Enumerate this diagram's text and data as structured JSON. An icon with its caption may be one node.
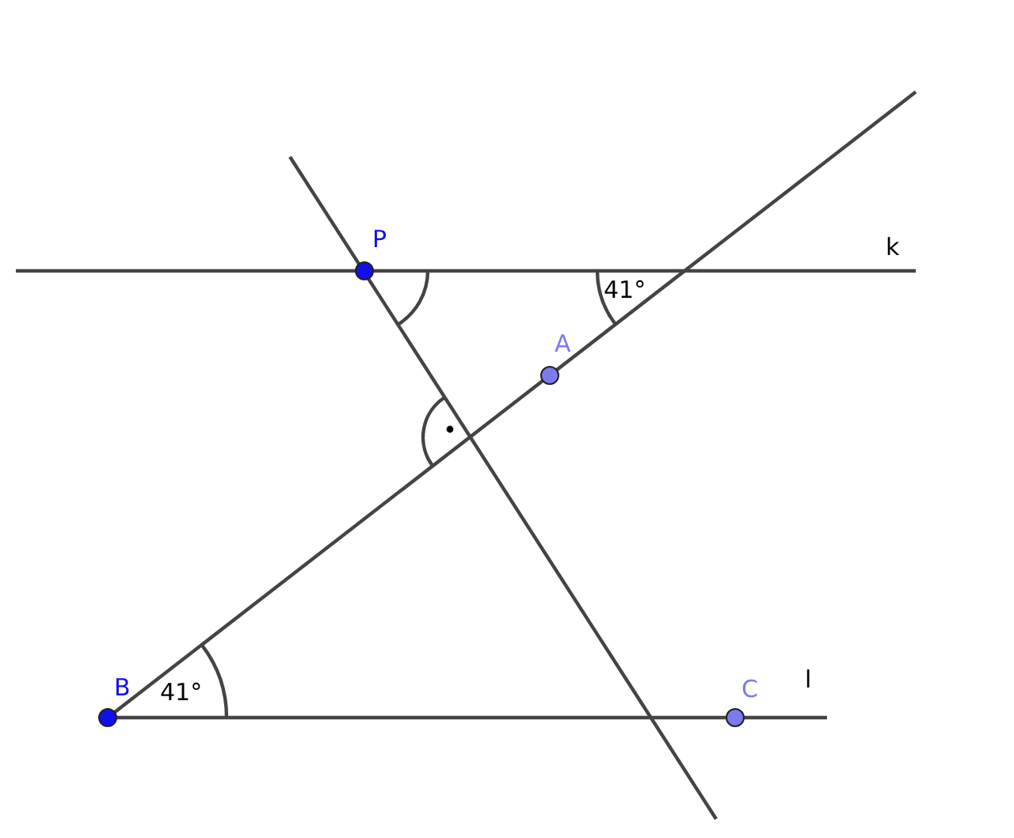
{
  "diagram": {
    "labels": [
      "P",
      "k",
      "41°",
      "A",
      "B",
      "41°",
      "C",
      "l"
    ]
  }
}
